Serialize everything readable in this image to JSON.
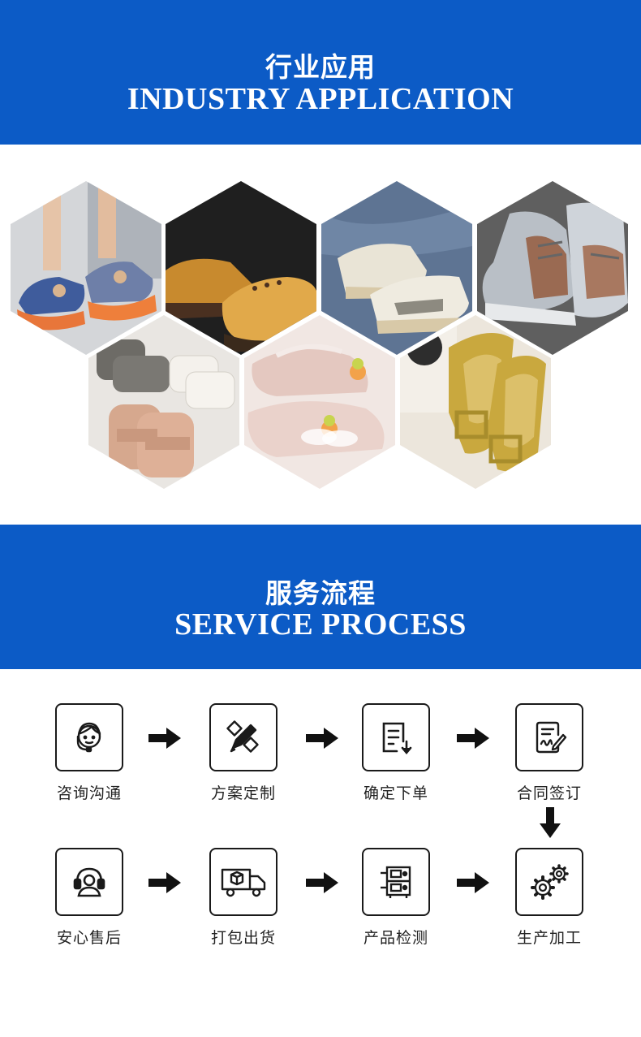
{
  "industry": {
    "title_cn": "行业应用",
    "title_en": "INDUSTRY APPLICATION"
  },
  "gallery": {
    "images": [
      {
        "subject": "orange and blue chunky sneakers",
        "colors": [
          "#cfd2d6",
          "#e8763a",
          "#3f5c9c",
          "#d9b48f"
        ]
      },
      {
        "subject": "tan leather work shoes",
        "colors": [
          "#1f1f1f",
          "#c88a2e",
          "#e1a94a",
          "#4a3020"
        ]
      },
      {
        "subject": "white low-top sneakers on denim",
        "colors": [
          "#5e7493",
          "#e9e4d6",
          "#8d8a80",
          "#d8c9a8"
        ]
      },
      {
        "subject": "metallic silver and bronze high-tops",
        "colors": [
          "#5f5f5f",
          "#b9bfc6",
          "#9a6a52",
          "#e7e9eb"
        ]
      },
      {
        "subject": "velcro canvas kids shoes",
        "colors": [
          "#e9e6e2",
          "#6d6b66",
          "#d6a88e",
          "#f4f1ec"
        ]
      },
      {
        "subject": "pink children's flats with flower ornament",
        "colors": [
          "#f1e7e3",
          "#e4c8c0",
          "#f2a24a",
          "#c8d44e"
        ]
      },
      {
        "subject": "mustard pointed flats with buckle",
        "colors": [
          "#ece6dc",
          "#c9a83e",
          "#dcc06a",
          "#2d2d2d"
        ]
      }
    ]
  },
  "service": {
    "title_cn": "服务流程",
    "title_en": "SERVICE PROCESS",
    "steps": [
      {
        "label": "咨询沟通",
        "icon": "customer-service-icon"
      },
      {
        "label": "方案定制",
        "icon": "design-pencil-icon"
      },
      {
        "label": "确定下单",
        "icon": "order-document-icon"
      },
      {
        "label": "合同签订",
        "icon": "contract-sign-icon"
      },
      {
        "label": "生产加工",
        "icon": "gears-icon"
      },
      {
        "label": "产品检测",
        "icon": "inspection-machine-icon"
      },
      {
        "label": "打包出货",
        "icon": "delivery-truck-icon"
      },
      {
        "label": "安心售后",
        "icon": "after-sales-headset-icon"
      }
    ]
  },
  "theme": {
    "banner_color": "#0c5bc6",
    "text_color": "#222222",
    "icon_color": "#1a1a1a"
  }
}
